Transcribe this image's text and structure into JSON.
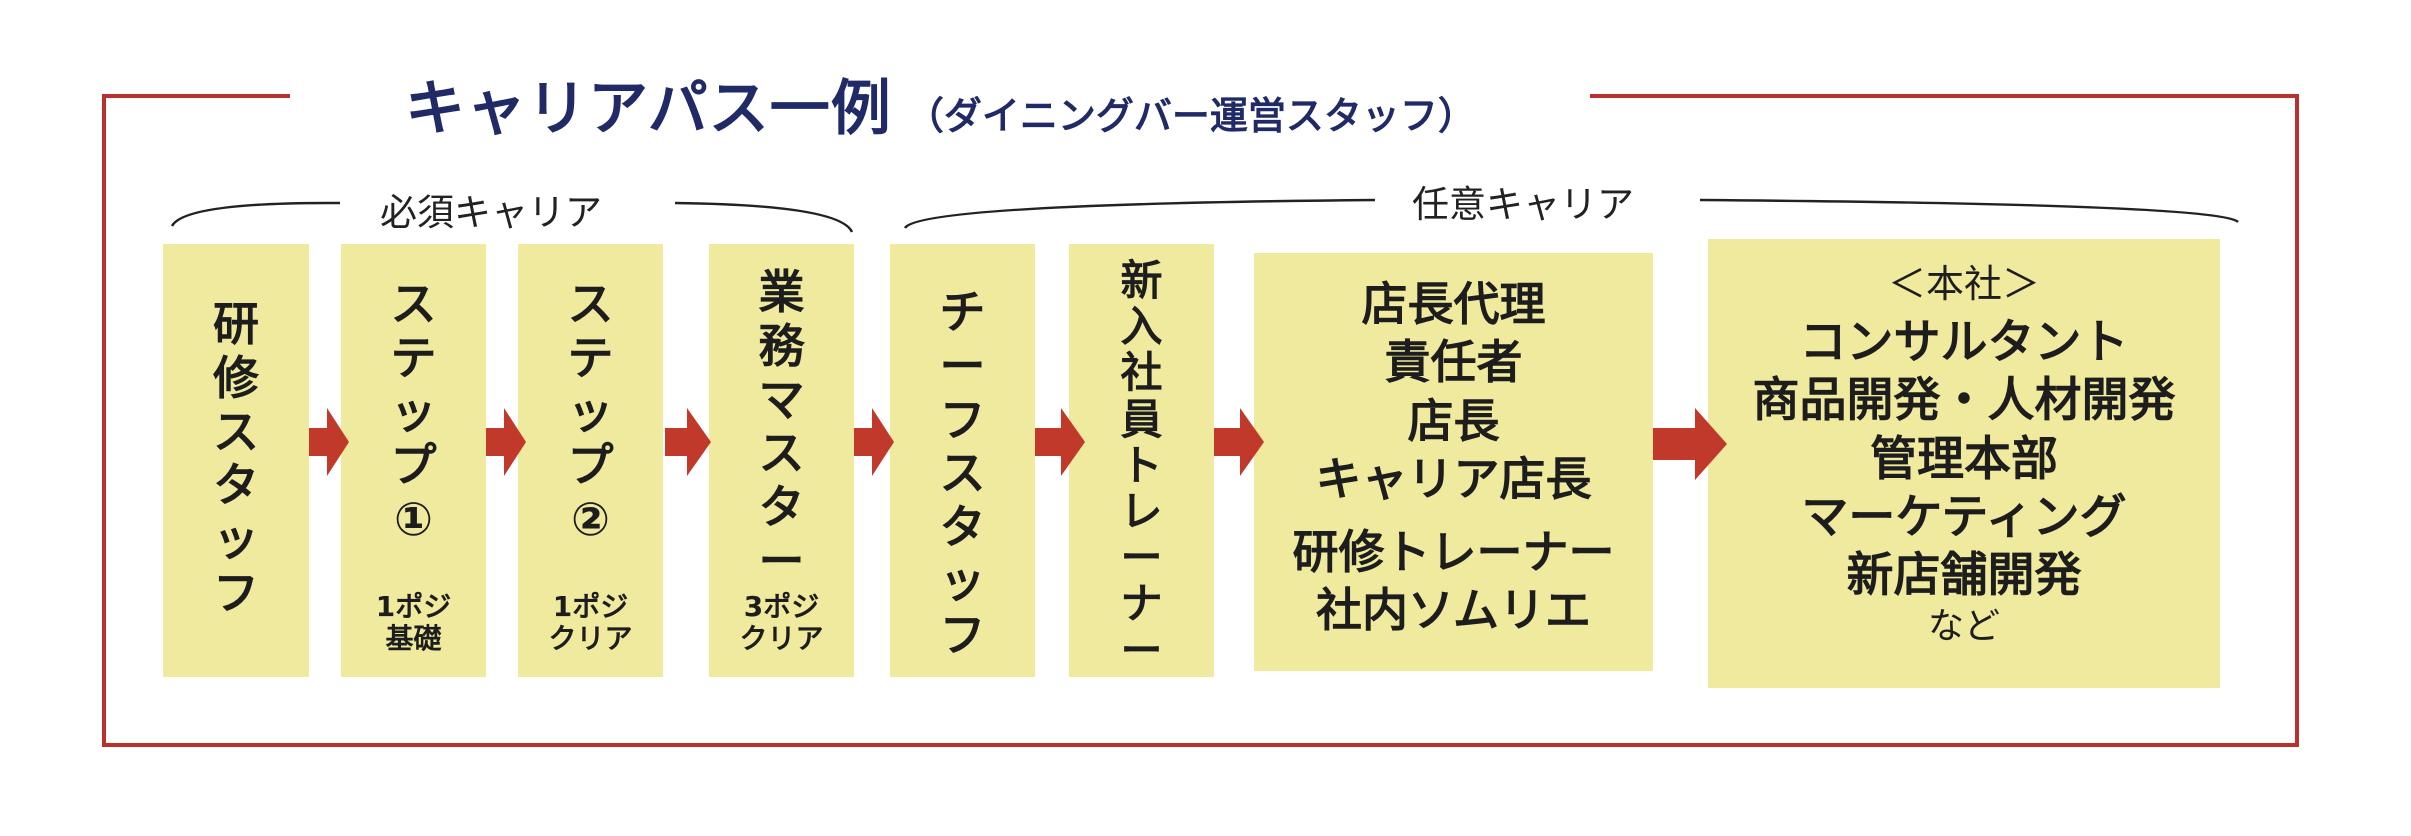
{
  "title": {
    "main": "キャリアパス一例",
    "sub": "（ダイニングバー運営スタッフ）"
  },
  "sections": {
    "required": "必須キャリア",
    "optional": "任意キャリア"
  },
  "boxes": [
    {
      "chars": [
        "研",
        "修",
        "ス",
        "タ",
        "ッ",
        "フ"
      ]
    },
    {
      "chars": [
        "ス",
        "テ",
        "ッ",
        "プ",
        "①"
      ],
      "note": [
        "1ポジ",
        "基礎"
      ]
    },
    {
      "chars": [
        "ス",
        "テ",
        "ッ",
        "プ",
        "②"
      ],
      "note": [
        "1ポジ",
        "クリア"
      ]
    },
    {
      "chars": [
        "業",
        "務",
        "マ",
        "ス",
        "タ",
        "ー"
      ],
      "note": [
        "3ポジ",
        "クリア"
      ]
    },
    {
      "chars": [
        "チ",
        "ー",
        "フ",
        "ス",
        "タ",
        "ッ",
        "フ"
      ]
    },
    {
      "chars": [
        "新",
        "入",
        "社",
        "員",
        "ト",
        "レ",
        "ー",
        "ナ",
        "ー"
      ]
    },
    {
      "lines": [
        "店長代理",
        "責任者",
        "店長",
        "キャリア店長",
        "研修トレーナー",
        "社内ソムリエ"
      ]
    },
    {
      "lines": [
        "＜本社＞",
        "コンサルタント",
        "商品開発・人材開発",
        "管理本部",
        "マーケティング",
        "新店舗開発",
        "など"
      ]
    }
  ],
  "colors": {
    "frame": "#b8312d",
    "arrow": "#c0392b",
    "box": "#efea9e",
    "title": "#1f2a66"
  }
}
